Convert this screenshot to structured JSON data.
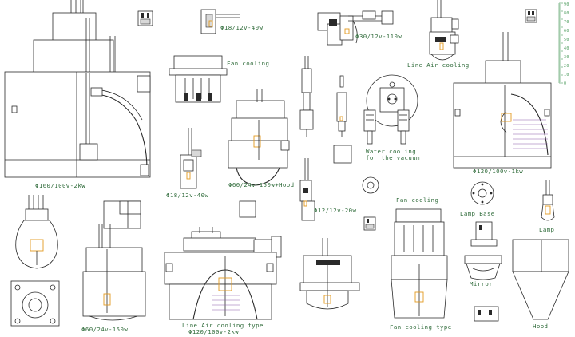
{
  "labels": {
    "p160": "Φ160/100v-2kw",
    "p18_40_top": "Φ18/12v-40w",
    "fan_cooling_top": "Fan cooling",
    "p30": "Φ30/12v-110w",
    "line_air_cooling": "Line Air cooling",
    "water_cooling_1": "Water cooling",
    "water_cooling_2": "for the vacuum",
    "p120_1kw": "Φ120/100v-1kw",
    "p18_40_mid": "Φ18/12v-40w",
    "p60_hood": "Φ60/24v-150w+Hood",
    "p12": "Φ12/12v-20w",
    "fan_cooling_mid": "Fan cooling",
    "lamp_base": "Lamp Base",
    "lamp": "Lamp",
    "p60_150": "Φ60/24v-150w",
    "line_air_type_1": "Line Air cooling type",
    "line_air_type_2": "Φ120/100v-2kw",
    "fan_cooling_type": "Fan cooling type",
    "mirror": "Mirror",
    "hood": "Hood"
  },
  "ruler": {
    "ticks": [
      "90",
      "80",
      "70",
      "60",
      "50",
      "40",
      "30",
      "20",
      "10",
      "0"
    ]
  },
  "colors": {
    "line": "#2a2a2a",
    "label": "#2f6b3a",
    "accent": "#e39a1e",
    "ruler": "#4a9a5a"
  }
}
